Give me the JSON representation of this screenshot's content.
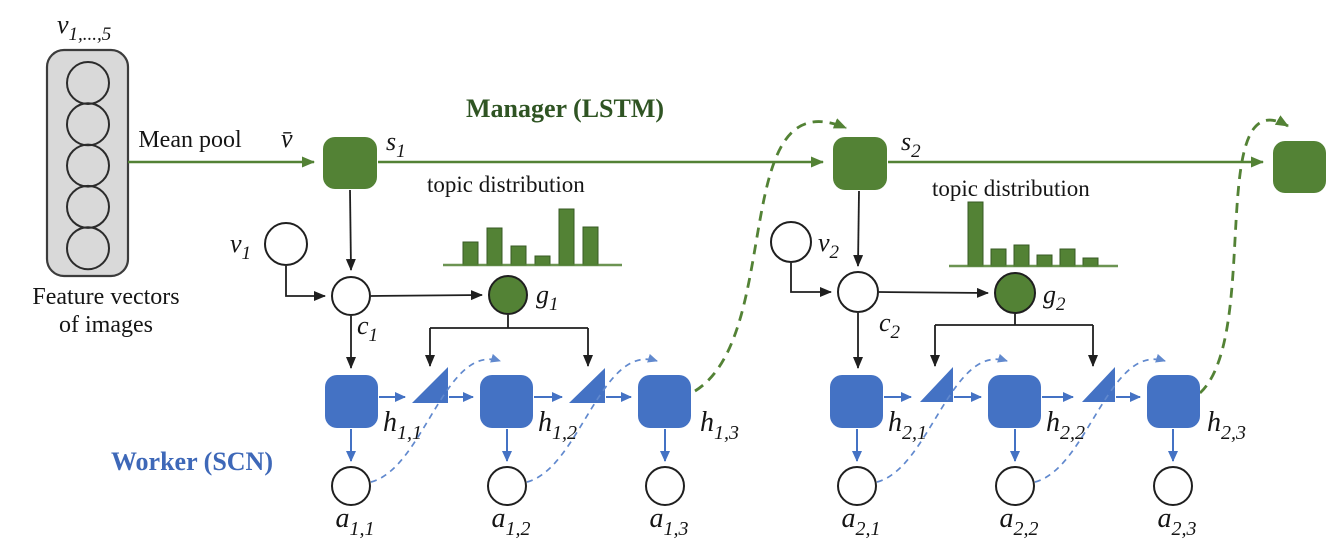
{
  "colors": {
    "manager_green": "#538235",
    "manager_green_dark": "#2F5423",
    "worker_blue": "#4472C4",
    "worker_blue_light": "#6189CE",
    "box_gray": "#D9D9D9",
    "outline_dark": "#1F1F1F"
  },
  "feature_block": {
    "label": {
      "base": "v",
      "sub": "1,...,5"
    },
    "caption_line1": "Feature vectors",
    "caption_line2": "of images",
    "circle_count": 5
  },
  "mean_pool_label": "Mean pool",
  "vbar_label": "v̄",
  "manager_title": "Manager (LSTM)",
  "worker_title": "Worker (SCN)",
  "s_labels": [
    {
      "base": "s",
      "sub": "1"
    },
    {
      "base": "s",
      "sub": "2"
    }
  ],
  "v_labels": [
    {
      "base": "v",
      "sub": "1"
    },
    {
      "base": "v",
      "sub": "2"
    }
  ],
  "c_labels": [
    {
      "base": "c",
      "sub": "1"
    },
    {
      "base": "c",
      "sub": "2"
    }
  ],
  "g_labels": [
    {
      "base": "g",
      "sub": "1"
    },
    {
      "base": "g",
      "sub": "2"
    }
  ],
  "h_labels": [
    {
      "base": "h",
      "sub": "1,1"
    },
    {
      "base": "h",
      "sub": "1,2"
    },
    {
      "base": "h",
      "sub": "1,3"
    },
    {
      "base": "h",
      "sub": "2,1"
    },
    {
      "base": "h",
      "sub": "2,2"
    },
    {
      "base": "h",
      "sub": "2,3"
    }
  ],
  "a_labels": [
    {
      "base": "a",
      "sub": "1,1"
    },
    {
      "base": "a",
      "sub": "1,2"
    },
    {
      "base": "a",
      "sub": "1,3"
    },
    {
      "base": "a",
      "sub": "2,1"
    },
    {
      "base": "a",
      "sub": "2,2"
    },
    {
      "base": "a",
      "sub": "2,3"
    }
  ],
  "topic_distributions": [
    {
      "title": "topic distribution",
      "bar_heights": [
        23,
        37,
        19,
        9,
        56,
        38
      ]
    },
    {
      "title": "topic distribution",
      "bar_heights": [
        64,
        17,
        21,
        11,
        17,
        8
      ]
    }
  ]
}
